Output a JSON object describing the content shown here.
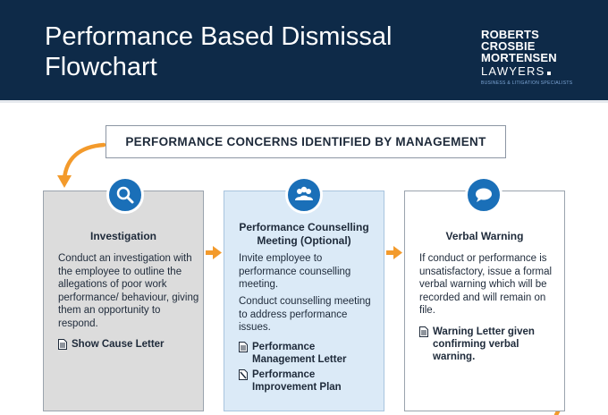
{
  "header": {
    "title": "Performance Based Dismissal Flowchart",
    "logo": {
      "line1": "ROBERTS",
      "line2": "CROSBIE",
      "line3": "MORTENSEN",
      "line4": "LAWYERS",
      "tagline": "BUSINESS & LITIGATION SPECIALISTS"
    }
  },
  "flow": {
    "top_box": "PERFORMANCE CONCERNS IDENTIFIED BY MANAGEMENT",
    "steps": [
      {
        "icon": "search-icon",
        "title": "Investigation",
        "body": [
          "Conduct an investigation with the employee to outline the allegations of poor work performance/ behaviour, giving them an opportunity to respond."
        ],
        "documents": [
          "Show Cause Letter"
        ]
      },
      {
        "icon": "people-icon",
        "title": "Performance Counselling Meeting (Optional)",
        "body": [
          "Invite employee to performance counselling meeting.",
          "Conduct counselling meeting to address performance issues."
        ],
        "documents": [
          "Performance Management Letter",
          "Performance Improvement Plan"
        ]
      },
      {
        "icon": "speech-bubble-icon",
        "title": "Verbal Warning",
        "body": [
          "If conduct or performance is unsatisfactory, issue a formal verbal warning which will be recorded and will remain on file."
        ],
        "documents": [
          "Warning Letter given confirming verbal warning."
        ]
      }
    ]
  },
  "colors": {
    "header_bg": "#0e2a48",
    "accent_orange": "#f39a2b",
    "icon_blue": "#1a6fb8",
    "box_gray": "#dcdcdc",
    "box_blue": "#dbeaf7"
  }
}
